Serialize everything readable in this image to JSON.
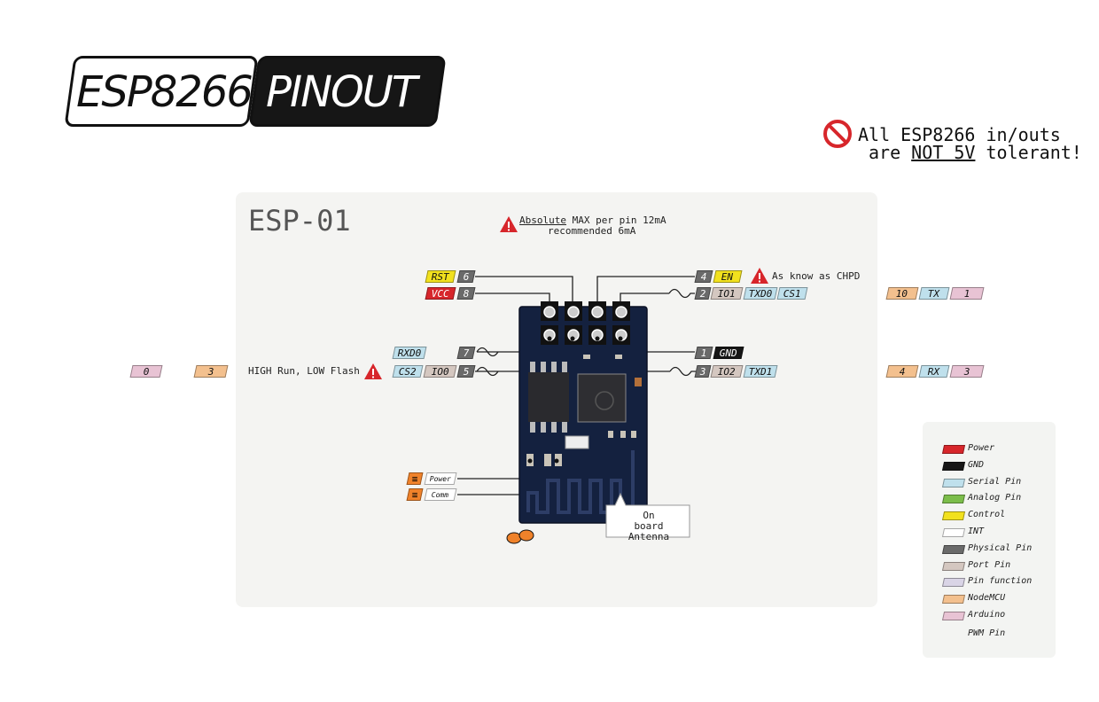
{
  "logo": {
    "left_text": "ESP8266",
    "right_text": "PINOUT"
  },
  "warning": {
    "line1": "All ESP8266 in/outs",
    "line2_prefix": "are ",
    "line2_underline": "NOT 5V",
    "line2_suffix": " tolerant!"
  },
  "panel": {
    "title": "ESP-01"
  },
  "notes": {
    "current_underlined": "Absolute",
    "current_line1_rest": " MAX per pin 12mA",
    "current_line2": "recommended 6mA",
    "chpd": "As know as CHPD",
    "flash": "HIGH Run, LOW Flash"
  },
  "pins": {
    "rst": {
      "label": "RST",
      "num": "6"
    },
    "vcc": {
      "label": "VCC",
      "num": "8"
    },
    "en": {
      "label": "EN",
      "num": "4"
    },
    "txd0": {
      "num": "2",
      "port": "IO1",
      "serial": "TXD0",
      "func": "CS1"
    },
    "rxd0": {
      "num": "7",
      "serial": "RXD0"
    },
    "io0": {
      "num": "5",
      "serial": "CS2",
      "port": "IO0"
    },
    "gnd": {
      "num": "1",
      "label": "GND"
    },
    "io2": {
      "num": "3",
      "port": "IO2",
      "serial": "TXD1"
    }
  },
  "right_tags": {
    "tx_row": {
      "node": "10",
      "label": "TX",
      "ard": "1"
    },
    "rx_row": {
      "node": "4",
      "label": "RX",
      "ard": "3"
    }
  },
  "left_tags": {
    "ard": "0",
    "node": "3"
  },
  "leds": {
    "power": "Power",
    "comm": "Comm"
  },
  "antenna": {
    "line1": "On board",
    "line2": "Antenna"
  },
  "legend": {
    "items": [
      {
        "label": "Power",
        "color": "#d7262b"
      },
      {
        "label": "GND",
        "color": "#161616"
      },
      {
        "label": "Serial Pin",
        "color": "#bfe0ec"
      },
      {
        "label": "Analog Pin",
        "color": "#7bbd4a"
      },
      {
        "label": "Control",
        "color": "#f2e11e"
      },
      {
        "label": "INT",
        "color": "#ffffff"
      },
      {
        "label": "Physical Pin",
        "color": "#6a6a6a"
      },
      {
        "label": "Port Pin",
        "color": "#d4c7c0"
      },
      {
        "label": "Pin function",
        "color": "#d9d4e6"
      },
      {
        "label": "NodeMCU",
        "color": "#f3c08e"
      },
      {
        "label": "Arduino",
        "color": "#e8c3d4"
      }
    ],
    "pwm_label": "PWM Pin"
  }
}
